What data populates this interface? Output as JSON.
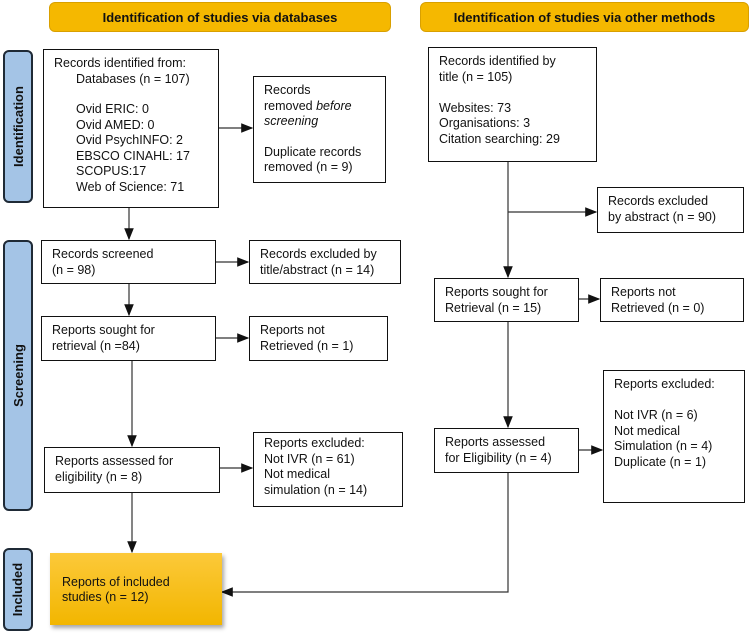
{
  "headers": {
    "databases": "Identification of studies via databases",
    "other": "Identification of studies via other methods"
  },
  "stages": {
    "identification": "Identification",
    "screening": "Screening",
    "included": "Included"
  },
  "databases": {
    "records_identified": {
      "title": "Records identified from:",
      "databases": "Databases (n = 107)",
      "sources": [
        "Ovid ERIC:  0",
        "Ovid AMED: 0",
        "Ovid PsychINFO: 2",
        "EBSCO CINAHL: 17",
        "SCOPUS:17",
        "Web of Science: 71"
      ]
    },
    "records_removed": {
      "line1": "Records",
      "line2_prefix": "removed ",
      "line2_italic": "before",
      "line3_italic": "screening",
      "line4": "Duplicate records",
      "line5": "removed (n = 9)"
    },
    "records_screened": "Records screened\n(n = 98)",
    "records_excluded": "Records excluded by\ntitle/abstract (n = 14)",
    "reports_sought": "Reports sought for\nretrieval (n =84)",
    "reports_not_retrieved": "Reports not\nRetrieved (n = 1)",
    "reports_assessed": "Reports assessed for\neligibility (n = 8)",
    "reports_excluded": "Reports excluded:\nNot IVR (n = 61)\nNot medical\nsimulation (n = 14)",
    "included": "Reports of included\nstudies (n = 12)"
  },
  "other": {
    "records_identified": "Records identified by\ntitle (n = 105)\n\nWebsites: 73\nOrganisations: 3\nCitation searching: 29",
    "records_excluded": "Records excluded\nby abstract (n = 90)",
    "reports_sought": "Reports sought for\nRetrieval (n = 15)",
    "reports_not_retrieved": "Reports not\n Retrieved (n = 0)",
    "reports_assessed": "Reports assessed\nfor Eligibility (n = 4)",
    "reports_excluded": "Reports excluded:\n\nNot IVR (n = 6)\nNot medical\nSimulation (n = 4)\nDuplicate (n = 1)"
  },
  "colors": {
    "header": "#f5b800",
    "stage": "#a4c4e6",
    "included": "#f5b800"
  }
}
